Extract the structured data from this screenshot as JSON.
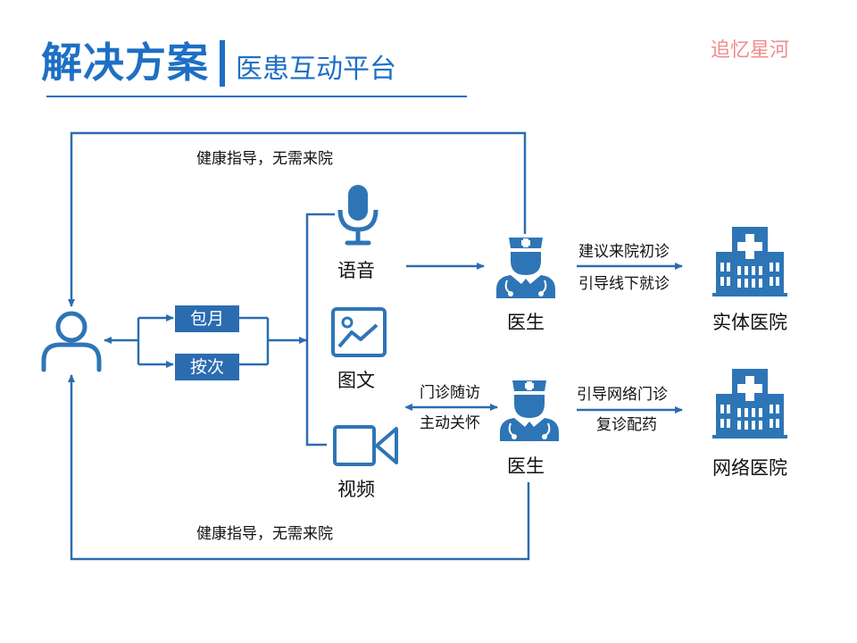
{
  "header": {
    "title": "解决方案",
    "subtitle": "医患互动平台",
    "watermark": "追忆星河"
  },
  "diagram": {
    "loop_top_label": "健康指导，无需来院",
    "loop_bottom_label": "健康指导，无需来院",
    "payment_options": [
      "包月",
      "按次"
    ],
    "channels": {
      "voice": "语音",
      "image_text": "图文",
      "video": "视频"
    },
    "doctor_top_label": "医生",
    "doctor_bottom_label": "医生",
    "video_link_labels": [
      "门诊随访",
      "主动关怀"
    ],
    "top_arrow_labels": [
      "建议来院初诊",
      "引导线下就诊"
    ],
    "bottom_arrow_labels": [
      "引导网络门诊",
      "复诊配药"
    ],
    "hospital_top_label": "实体医院",
    "hospital_bottom_label": "网络医院"
  },
  "colors": {
    "primary": "#1e6fc4",
    "line": "#2b6cb0",
    "icon": "#2e75b6",
    "watermark": "#f08c8c"
  },
  "icons": [
    "user-icon",
    "microphone-icon",
    "image-icon",
    "video-camera-icon",
    "doctor-icon",
    "hospital-icon"
  ]
}
